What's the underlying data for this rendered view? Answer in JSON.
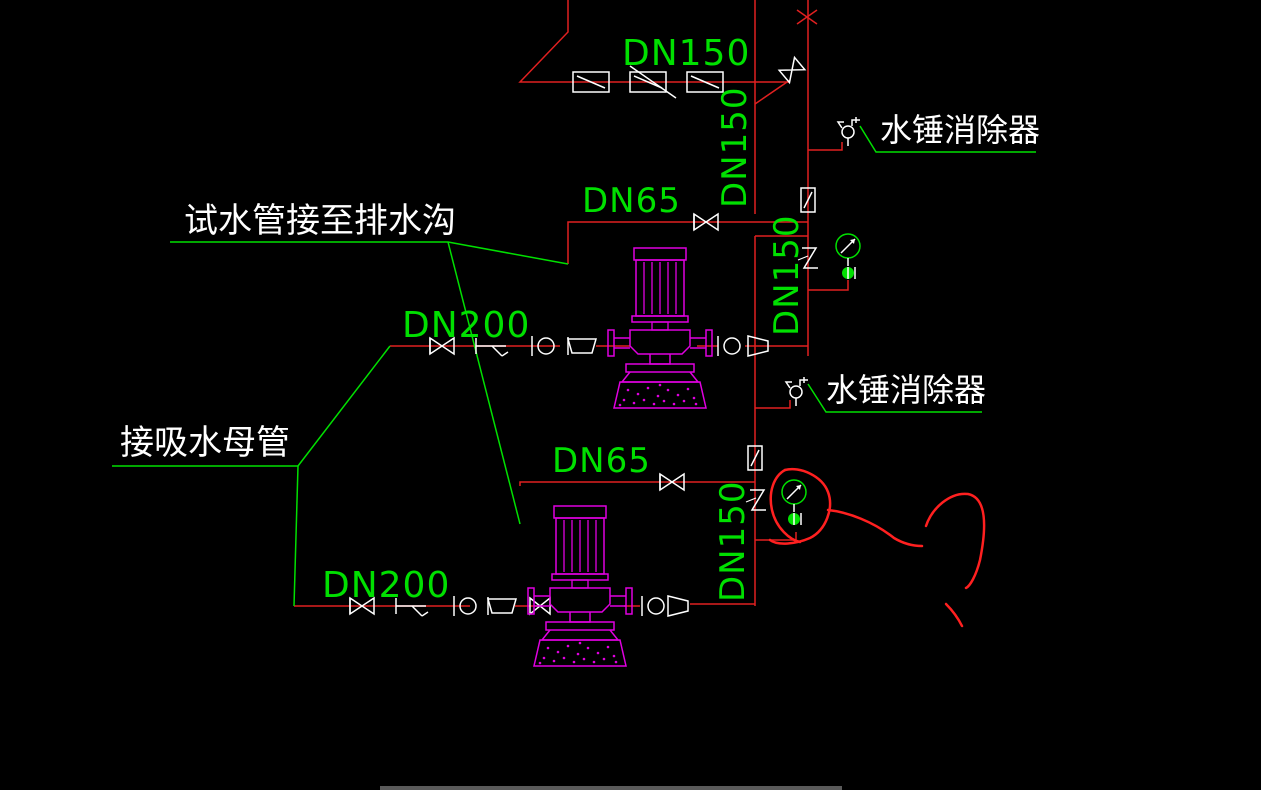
{
  "labels": {
    "dn150_top": "DN150",
    "dn150_vert_upper": "DN150",
    "dn150_vert_mid": "DN150",
    "dn150_vert_lower": "DN150",
    "dn65_upper": "DN65",
    "dn65_lower": "DN65",
    "dn200_upper": "DN200",
    "dn200_lower": "DN200",
    "test_pipe": "试水管接至排水沟",
    "suction_main": "接吸水母管",
    "water_hammer_upper": "水锤消除器",
    "water_hammer_lower": "水锤消除器"
  },
  "colors": {
    "background": "#000000",
    "pipe": "#e02020",
    "leader": "#00e000",
    "label_text": "#00e000",
    "note_text": "#ffffff",
    "pump": "#e000e0",
    "gauge_valve": "#00e000",
    "markup": "#ff2020"
  }
}
